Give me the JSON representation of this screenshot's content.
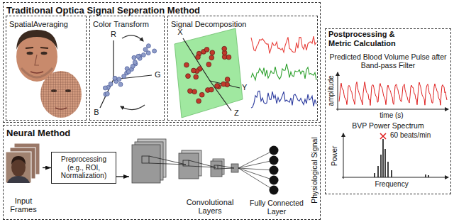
{
  "diagram": {
    "nodes": [
      {
        "text": [
          "Traditional Optica Signal Seperation Method"
        ]
      },
      {
        "text": [
          "SpatialAveraging"
        ],
        "in": 0
      },
      {
        "text": [
          "Color Transform"
        ],
        "in": 0
      },
      {
        "text": [
          "Signal Decomposition"
        ],
        "in": 0
      },
      {
        "text": [
          "Postprocessing & Metric Calculation"
        ]
      },
      {
        "text": [
          "Neural Method"
        ]
      },
      {
        "text": [
          "Input Frames"
        ],
        "in": 5
      },
      {
        "text": [
          "Preprocessing (e.g., ROI, Normalization)"
        ],
        "in": 5
      },
      {
        "text": [
          "Convolutional Layers"
        ],
        "in": 5
      },
      {
        "text": [
          "Fully Connected Layer"
        ],
        "in": 5
      }
    ],
    "edges": [
      {
        "from": 6,
        "to": 7,
        "arrow": "to"
      },
      {
        "from": 7,
        "to": 8,
        "arrow": "to"
      }
    ],
    "labels": [
      "R",
      "G",
      "B",
      "X",
      "Y",
      "Z",
      "Physiological Signal",
      "Predicted Blood Volume Pulse after Band-pass Filter",
      "amplitude",
      "time (s)",
      "BVP Power Spectrum",
      "60 beats/min",
      "Power",
      "Frequency"
    ]
  }
}
